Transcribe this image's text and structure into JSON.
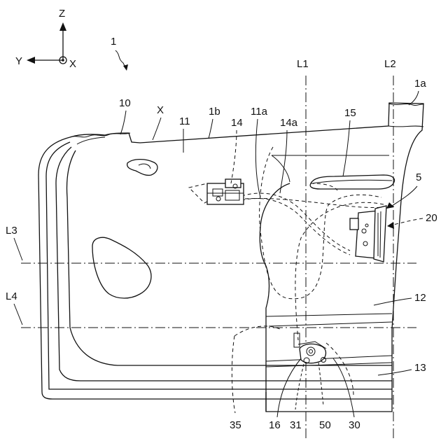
{
  "figure": {
    "axes": {
      "z": "Z",
      "y": "Y",
      "x": "X"
    },
    "labels": {
      "fig_ref": "1",
      "door_top": "1a",
      "belt": "1b",
      "trim": "10",
      "x_mark": "X",
      "panel_upper": "11",
      "panel_sub": "11a",
      "motor": "14",
      "motor_sub": "14a",
      "handle": "15",
      "ref5": "5",
      "module": "20",
      "panel_lower": "12",
      "rail": "13",
      "l1": "L1",
      "l2": "L2",
      "l3": "L3",
      "l4": "L4",
      "bottom": [
        "35",
        "16",
        "31",
        "50",
        "30"
      ]
    }
  }
}
